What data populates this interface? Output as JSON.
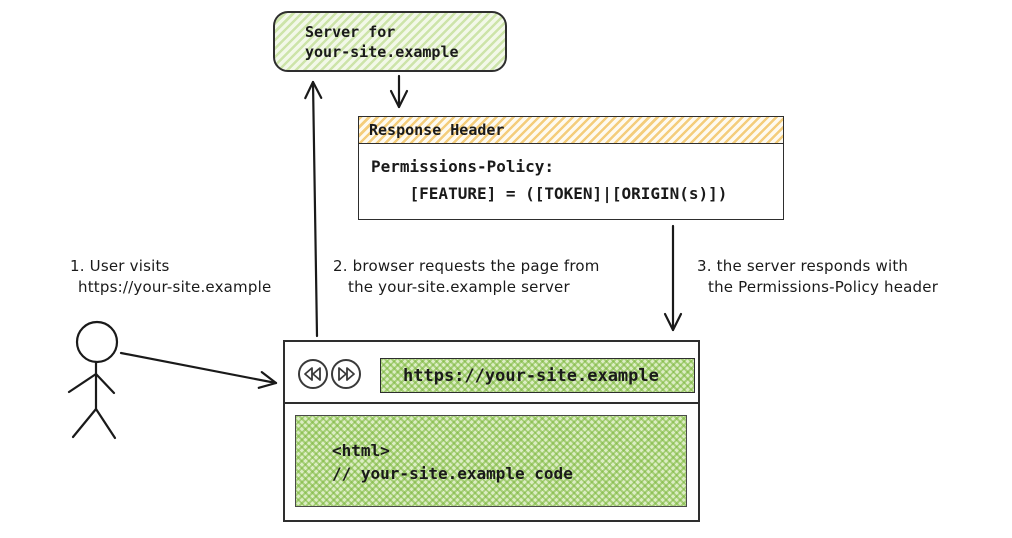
{
  "palette": {
    "ink": "#1a1a1a",
    "server_green_stripe": "#cde4a9",
    "server_green_bg": "#f2f8e8",
    "header_orange_stripe": "#f4cd7c",
    "header_orange_bg": "#fefaf0",
    "browser_green_hatch": "#a9d37f"
  },
  "icons": {
    "user_figure": "stick-figure-person",
    "back": "rewind",
    "forward": "fast-forward"
  },
  "server_box": {
    "line1": "Server for",
    "line2": "your-site.example"
  },
  "response_header_box": {
    "title": "Response Header",
    "body_line1": "Permissions-Policy:",
    "body_line2": "    [FEATURE] = ([TOKEN]|[ORIGIN(s)])"
  },
  "steps": {
    "step1": {
      "line1": "1. User visits",
      "line2": "https://your-site.example"
    },
    "step2": {
      "line1": "2. browser requests the page from",
      "line2": "the your-site.example server"
    },
    "step3": {
      "line1": "3. the server responds with",
      "line2": "the Permissions-Policy header"
    }
  },
  "browser": {
    "url": "https://your-site.example",
    "code_line1": "<html>",
    "code_line2": "// your-site.example code"
  }
}
